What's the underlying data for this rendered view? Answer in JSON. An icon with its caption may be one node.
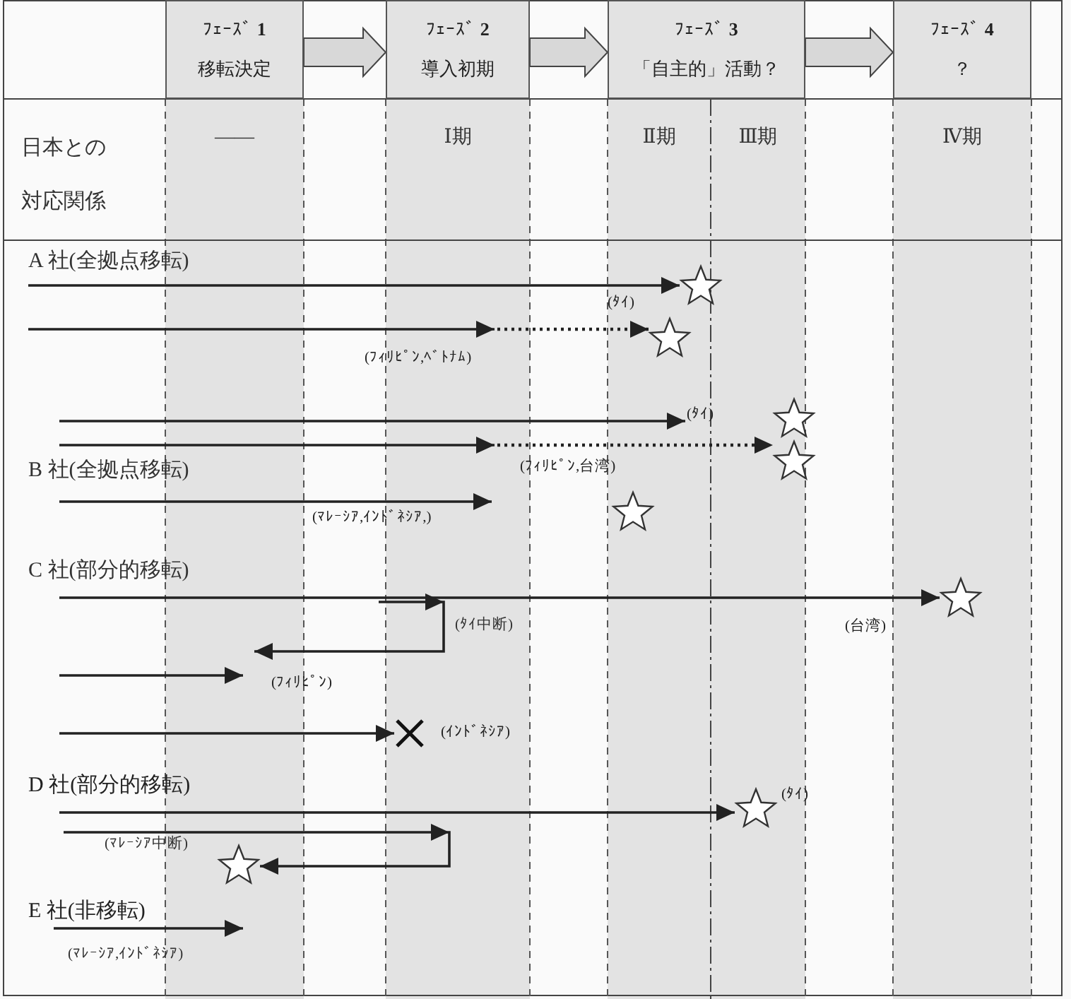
{
  "diagram": {
    "nodes": [
      {
        "text": [
          "ﾌｪｰｽﾞ **1**",
          "移転決定"
        ]
      },
      {
        "text": [
          "ﾌｪｰｽﾞ **2**",
          "導入初期"
        ]
      },
      {
        "text": [
          "ﾌｪｰｽﾞ **3**",
          "「自主的」活動？"
        ]
      },
      {
        "text": [
          "ﾌｪｰｽﾞ **4**",
          "？"
        ]
      },
      {
        "text": [],
        "shape": "star"
      },
      {
        "text": [
          "(ﾌｨﾘﾋﾟﾝ,ﾍﾞﾄﾅﾑ)"
        ]
      },
      {
        "text": [],
        "shape": "star",
        "beside": [
          "(ﾀｲ)"
        ]
      },
      {
        "text": [
          "(ﾀｲ)"
        ]
      },
      {
        "text": [],
        "shape": "star"
      },
      {
        "text": [
          "(ﾌｨﾘﾋﾟﾝ,台湾)"
        ]
      },
      {
        "text": [],
        "shape": "star"
      },
      {
        "text": [
          "(ﾏﾚｰｼｱ,ｲﾝﾄﾞﾈｼｱ,)"
        ]
      },
      {
        "text": [],
        "shape": "star"
      },
      {
        "text": [],
        "shape": "star",
        "beside": [
          "(台湾)"
        ]
      },
      {
        "text": [
          "(ﾌｨﾘﾋﾟﾝ)"
        ]
      },
      {
        "text": [],
        "shape": "cross",
        "beside": [
          "(ｲﾝﾄﾞﾈｼｱ)"
        ]
      },
      {
        "text": [
          "D 社(部分的移転)"
        ]
      },
      {
        "text": [],
        "shape": "star",
        "beside": [
          "(ﾀｲ)"
        ]
      },
      {
        "text": [],
        "shape": "star"
      },
      {
        "text": [
          "E 社(非移転)"
        ]
      }
    ],
    "edges": [
      {
        "from": 0,
        "to": 1,
        "arrow": "to",
        "style": "thick"
      },
      {
        "from": 1,
        "to": 2,
        "arrow": "to",
        "style": "thick"
      },
      {
        "from": 2,
        "to": 3,
        "arrow": "to",
        "style": "thick"
      },
      {
        "from": null,
        "to": 4,
        "arrow": "to"
      },
      {
        "from": null,
        "to": 5,
        "arrow": "to"
      },
      {
        "from": 5,
        "to": 6,
        "arrow": "to",
        "style": "dashed"
      },
      {
        "from": null,
        "to": 7,
        "arrow": "to"
      },
      {
        "from": null,
        "to": 9,
        "arrow": "to"
      },
      {
        "from": 9,
        "to": 10,
        "arrow": "to",
        "style": "dashed"
      },
      {
        "from": null,
        "to": 11,
        "arrow": "to"
      },
      {
        "from": null,
        "to": 13,
        "arrow": "to"
      },
      {
        "from": null,
        "to": 14,
        "arrow": "to"
      },
      {
        "from": null,
        "to": 14,
        "arrow": "to"
      },
      {
        "from": null,
        "to": 15,
        "arrow": "to"
      },
      {
        "from": 16,
        "to": 17,
        "arrow": "to"
      },
      {
        "from": null,
        "to": 18,
        "arrow": "to"
      },
      {
        "from": 19,
        "to": null,
        "arrow": "to"
      }
    ],
    "labels": [
      "日本との対応関係",
      "——",
      "Ⅰ期",
      "Ⅱ期",
      "Ⅲ期",
      "Ⅳ期",
      "A 社(全拠点移転)",
      "B 社(全拠点移転)",
      "C 社(部分的移転)",
      "(ﾀｲ中断)",
      "(ﾏﾚｰｼｱ中断)",
      "(ﾏﾚｰｼｱ,ｲﾝﾄﾞﾈｼｱ)"
    ]
  }
}
